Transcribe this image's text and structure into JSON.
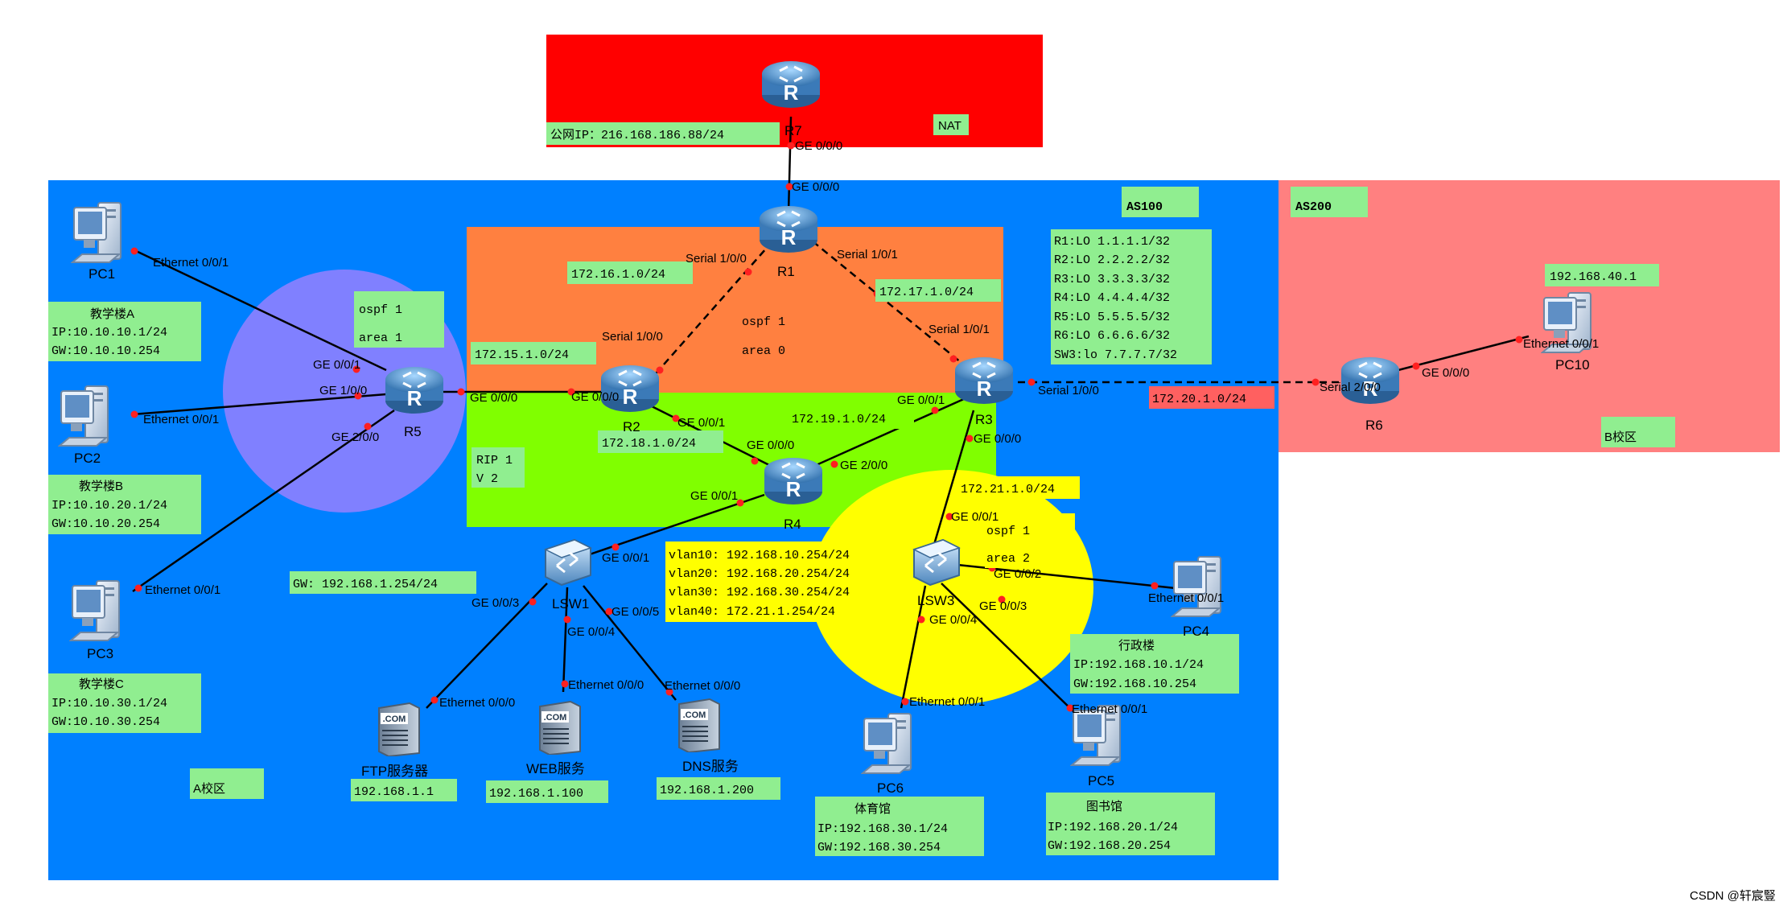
{
  "colors": {
    "public_net": "#ff0000",
    "as100": "#0080ff",
    "as200": "#ff8080",
    "ospf_area0": "#ff8040",
    "rip": "#80ff00",
    "ospf_area1": "#8080ff",
    "ospf_area2": "#ffff00",
    "label_bg": "#90ee90",
    "yellow_label_bg": "#ffff00",
    "red_label_bg": "#ff6060",
    "port_dot": "#ff2020"
  },
  "regions": {
    "nat_label": "NAT",
    "public_ip": "公网IP：216.168.186.88/24",
    "as100": "AS100",
    "as200": "AS200",
    "ospf_area0_line1": "ospf 1",
    "ospf_area0_line2": "area 0",
    "ospf_area1_line1": "ospf 1",
    "ospf_area1_line2": "area 1",
    "ospf_area2_line1": "ospf 1",
    "ospf_area2_line2": "area 2",
    "rip_line1": "RIP 1",
    "rip_line2": "V 2",
    "campus_a": "A校区",
    "campus_b": "B校区",
    "watermark": "CSDN @轩宸豎"
  },
  "loopbacks": [
    "R1:LO 1.1.1.1/32",
    "R2:LO 2.2.2.2/32",
    "R3:LO 3.3.3.3/32",
    "R4:LO 4.4.4.4/32",
    "R5:LO 5.5.5.5/32",
    "R6:LO 6.6.6.6/32",
    "SW3:lo 7.7.7.7/32"
  ],
  "vlans": [
    "vlan10: 192.168.10.254/24",
    "vlan20: 192.168.20.254/24",
    "vlan30: 192.168.30.254/24",
    "vlan40: 172.21.1.254/24"
  ],
  "nets": {
    "r1_r2": "172.16.1.0/24",
    "r1_r3": "172.17.1.0/24",
    "r5_r2": "172.15.1.0/24",
    "r2_r4": "172.18.1.0/24",
    "r3_r4": "172.19.1.0/24",
    "r3_r6": "172.20.1.0/24",
    "r3_lsw3": "172.21.1.0/24",
    "pc10_ip": "192.168.40.1",
    "lsw1_gw": "GW: 192.168.1.254/24"
  },
  "devices": {
    "r7": "R7",
    "r1": "R1",
    "r2": "R2",
    "r3": "R3",
    "r4": "R4",
    "r5": "R5",
    "r6": "R6",
    "lsw1": "LSW1",
    "lsw3": "LSW3",
    "pc1": "PC1",
    "pc2": "PC2",
    "pc3": "PC3",
    "pc4": "PC4",
    "pc5": "PC5",
    "pc6": "PC6",
    "pc10": "PC10",
    "ftp": "FTP服务器",
    "web": "WEB服务",
    "dns": "DNS服务"
  },
  "hosts": {
    "pc1": {
      "name": "教学楼A",
      "ip": "IP:10.10.10.1/24",
      "gw": "GW:10.10.10.254"
    },
    "pc2": {
      "name": "教学楼B",
      "ip": "IP:10.10.20.1/24",
      "gw": "GW:10.10.20.254"
    },
    "pc3": {
      "name": "教学楼C",
      "ip": "IP:10.10.30.1/24",
      "gw": "GW:10.10.30.254"
    },
    "pc4": {
      "name": "行政楼",
      "ip": "IP:192.168.10.1/24",
      "gw": "GW:192.168.10.254"
    },
    "pc5": {
      "name": "图书馆",
      "ip": "IP:192.168.20.1/24",
      "gw": "GW:192.168.20.254"
    },
    "pc6": {
      "name": "体育馆",
      "ip": "IP:192.168.30.1/24",
      "gw": "GW:192.168.30.254"
    },
    "ftp": "192.168.1.1",
    "web": "192.168.1.100",
    "dns": "192.168.1.200"
  },
  "ports": {
    "r7_ge000": "GE 0/0/0",
    "r1_ge000": "GE 0/0/0",
    "r1_s100": "Serial 1/0/0",
    "r1_s101": "Serial 1/0/1",
    "r2_s100": "Serial 1/0/0",
    "r3_s101": "Serial 1/0/1",
    "r5_ge000": "GE 0/0/0",
    "r2_ge000": "GE 0/0/0",
    "r2_ge001": "GE 0/0/1",
    "r3_ge001": "GE 0/0/1",
    "r3_s100": "Serial 1/0/0",
    "r3_ge000": "GE 0/0/0",
    "r6_s200": "Serial 2/0/0",
    "r6_ge000": "GE 0/0/0",
    "pc10_eth": "Ethernet 0/0/1",
    "r4_ge000": "GE 0/0/0",
    "r4_ge200": "GE 2/0/0",
    "r4_ge001": "GE 0/0/1",
    "r5_ge001": "GE 0/0/1",
    "r5_ge100": "GE 1/0/0",
    "r5_ge200": "GE 2/0/0",
    "pc1_eth": "Ethernet 0/0/1",
    "pc2_eth": "Ethernet 0/0/1",
    "pc3_eth": "Ethernet 0/0/1",
    "lsw1_ge001": "GE 0/0/1",
    "lsw1_ge003": "GE 0/0/3",
    "lsw1_ge004": "GE 0/0/4",
    "lsw1_ge005": "GE 0/0/5",
    "ftp_eth": "Ethernet 0/0/0",
    "web_eth": "Ethernet 0/0/0",
    "dns_eth": "Ethernet 0/0/0",
    "lsw3_ge001": "GE 0/0/1",
    "lsw3_ge002": "GE 0/0/2",
    "lsw3_ge003": "GE 0/0/3",
    "lsw3_ge004": "GE 0/0/4",
    "pc4_eth": "Ethernet 0/0/1",
    "pc5_eth": "Ethernet 0/0/1",
    "pc6_eth": "Ethernet 0/0/1"
  }
}
